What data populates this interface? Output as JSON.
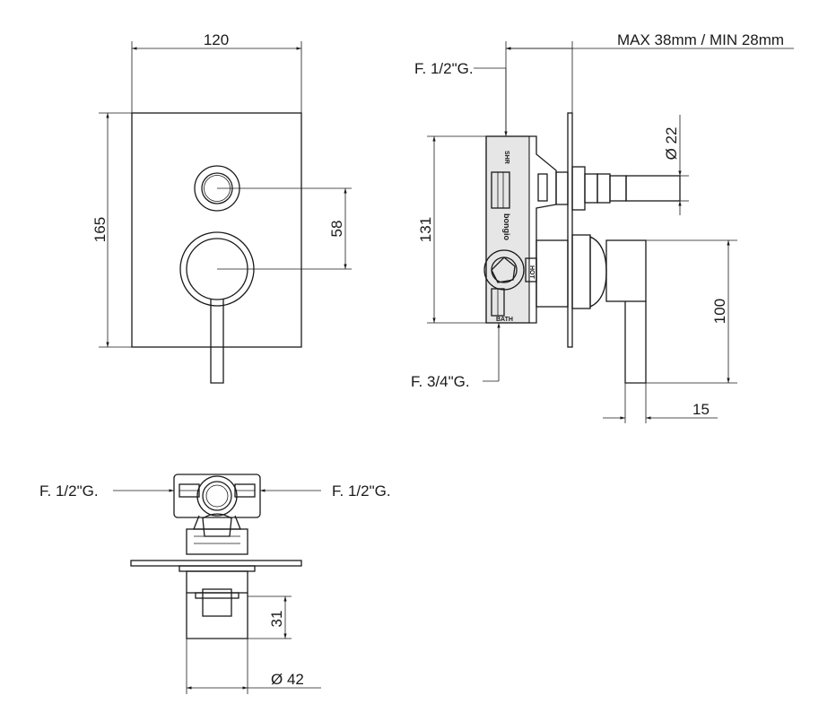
{
  "front_view": {
    "width": "120",
    "height": "165",
    "knob_offset": "58"
  },
  "side_view": {
    "depth_range": "MAX 38mm / MIN 28mm",
    "inlet_top": "F. 1/2\"G.",
    "inlet_bottom": "F. 3/4\"G.",
    "body_height": "131",
    "outlet_diameter": "Ø 22",
    "lever_length": "100",
    "lever_width": "15",
    "body_markings": [
      "SHR",
      "bongio",
      "HOT",
      "BATH"
    ]
  },
  "bottom_view": {
    "inlet_left": "F. 1/2\"G.",
    "inlet_right": "F. 1/2\"G.",
    "knob_height": "31",
    "knob_diameter": "Ø 42"
  }
}
